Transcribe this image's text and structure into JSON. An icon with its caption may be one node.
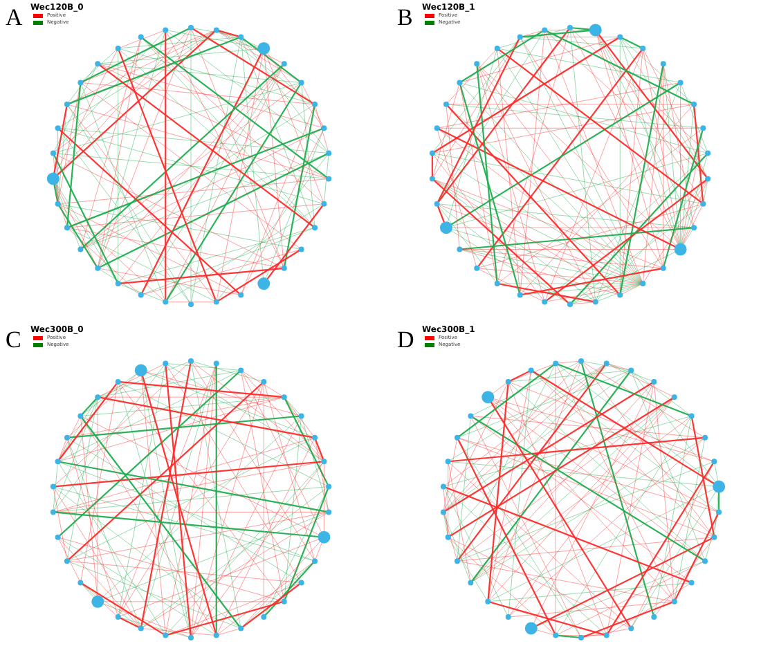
{
  "diagram": {
    "labels": [
      "A",
      "Wec120B_0",
      "B",
      "Wec120B_1",
      "C",
      "Wec300B_0",
      "D",
      "Wec300B_1"
    ],
    "legend": [
      {
        "text": "Positive",
        "color": "#ff0000"
      },
      {
        "text": "Negative",
        "color": "#008000"
      },
      {
        "text": "Positive",
        "color": "#ff0000"
      },
      {
        "text": "Negative",
        "color": "#008000"
      },
      {
        "text": "Positive",
        "color": "#ff0000"
      },
      {
        "text": "Negative",
        "color": "#008000"
      },
      {
        "text": "Positive",
        "color": "#ff0000"
      },
      {
        "text": "Negative",
        "color": "#008000"
      }
    ]
  }
}
